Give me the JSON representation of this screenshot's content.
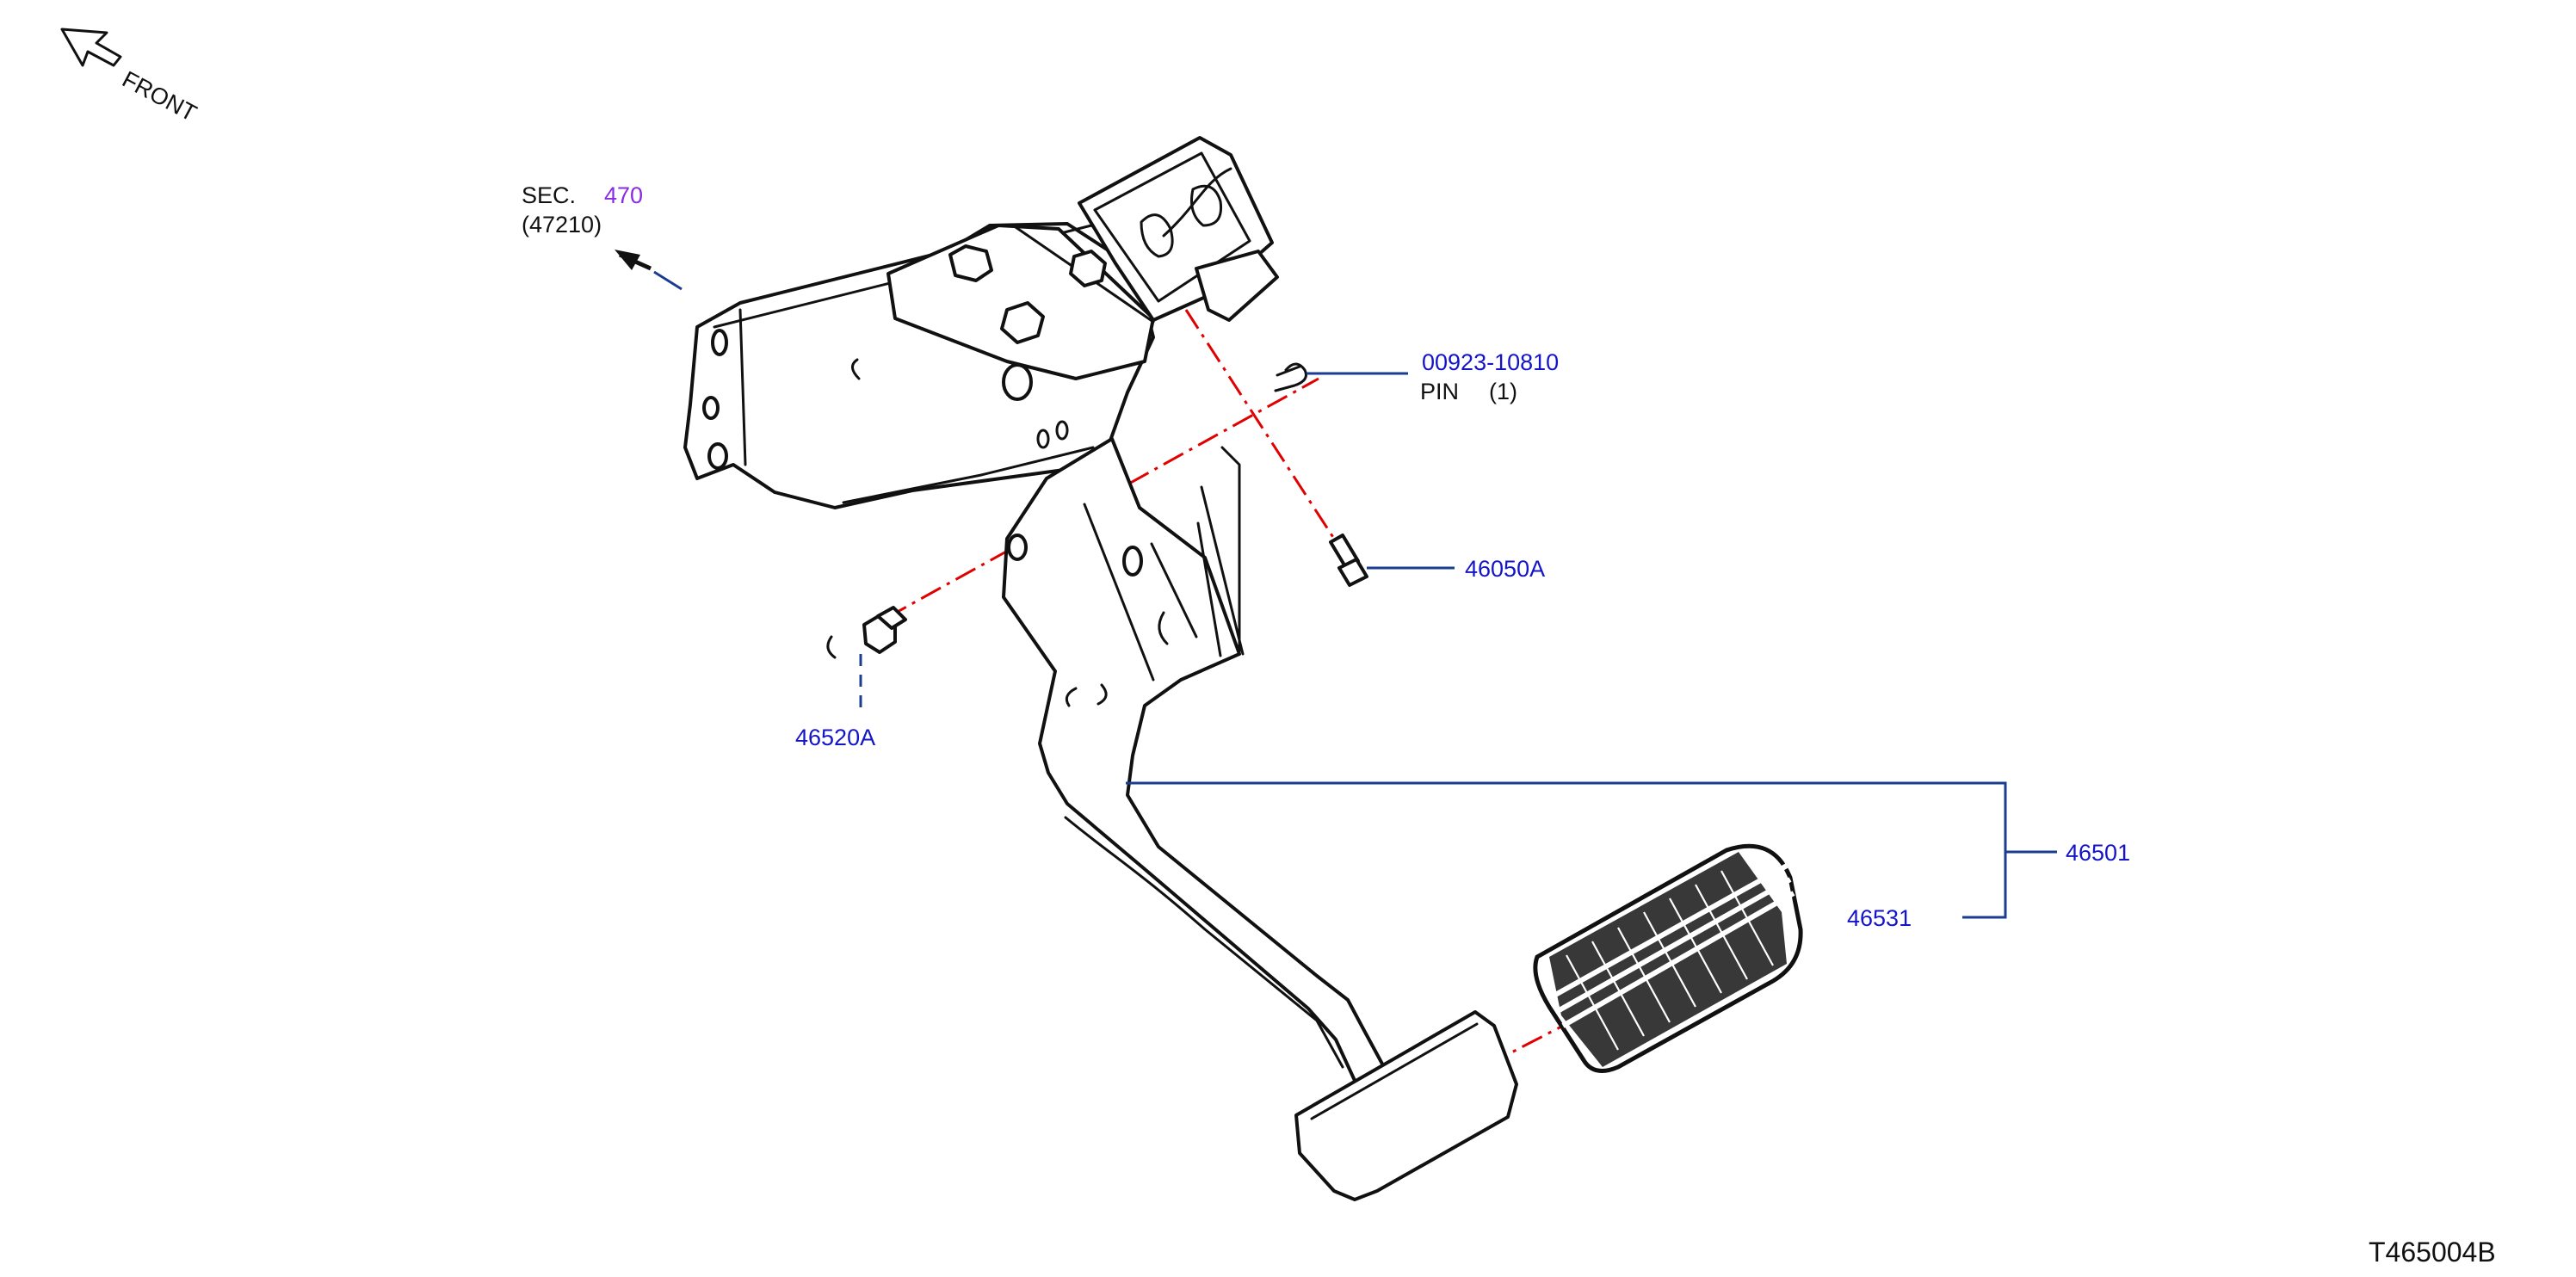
{
  "front_label": "FRONT",
  "section_ref": {
    "prefix": "SEC.",
    "number": "470",
    "sub": "(47210)"
  },
  "parts": [
    {
      "id": "pin_clip",
      "code": "00923-10810",
      "desc": "PIN",
      "qty": "(1)"
    },
    {
      "id": "bolt",
      "code": "46050A"
    },
    {
      "id": "bushing",
      "code": "46520A"
    },
    {
      "id": "pedal_assy",
      "code": "46501"
    },
    {
      "id": "pedal_pad",
      "code": "46531"
    }
  ],
  "figure_id": "T465004B",
  "colors": {
    "part_link": "#1414c8",
    "section_link": "#8a2be2",
    "leader": "#1a3d8f",
    "centerline": "#e00000",
    "outline": "#111111"
  }
}
